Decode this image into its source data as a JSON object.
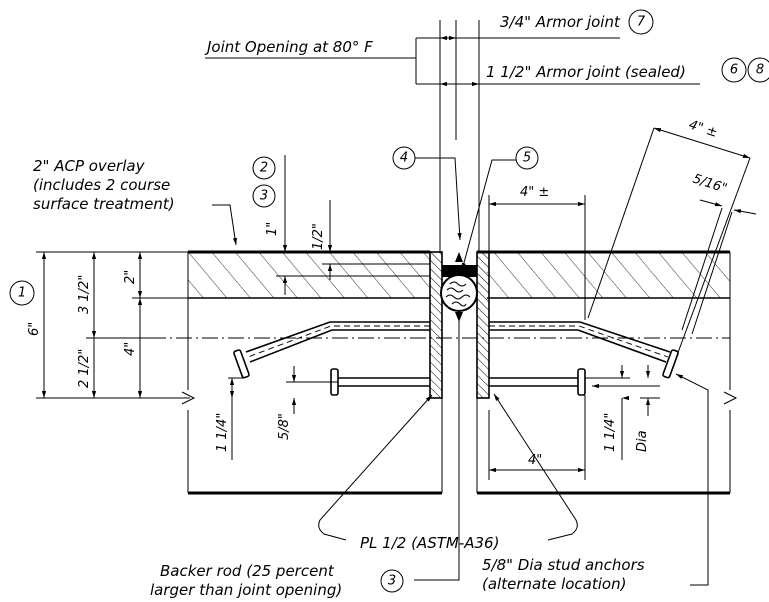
{
  "title": "",
  "labels": {
    "armor_joint_34": "3/4\" Armor joint",
    "joint_opening": "Joint Opening at 80° F",
    "armor_joint_112": "1 1/2\" Armor joint (sealed)",
    "acp_line1": "2\" ACP overlay",
    "acp_line2": "(includes 2 course",
    "acp_line3": "surface treatment)",
    "plate": "PL 1/2 (ASTM-A36)",
    "backer_line1": "Backer rod (25 percent",
    "backer_line2": "larger than joint opening)",
    "stud_line1": "5/8\" Dia stud anchors",
    "stud_line2": "(alternate location)"
  },
  "callouts": {
    "c1": "1",
    "c2": "2",
    "c3": "3",
    "c4": "4",
    "c5": "5",
    "c6": "6",
    "c7": "7",
    "c8": "8",
    "c3b": "3"
  },
  "dimensions": {
    "six_in": "6\"",
    "three_half": "3 1/2\"",
    "two_half": "2 1/2\"",
    "two_in": "2\"",
    "four_in": "4\"",
    "one_in": "1\"",
    "half_in": "1/2\"",
    "one_quarter": "1 1/4\"",
    "five_eighth": "5/8\"",
    "four_pm_left": "4\" ±",
    "four_pm_right": "4\" ±",
    "five_sixteenth": "5/16\"",
    "four_bottom": "4\"",
    "one_quarter_r": "1 1/4\"",
    "dia": "Dia"
  }
}
